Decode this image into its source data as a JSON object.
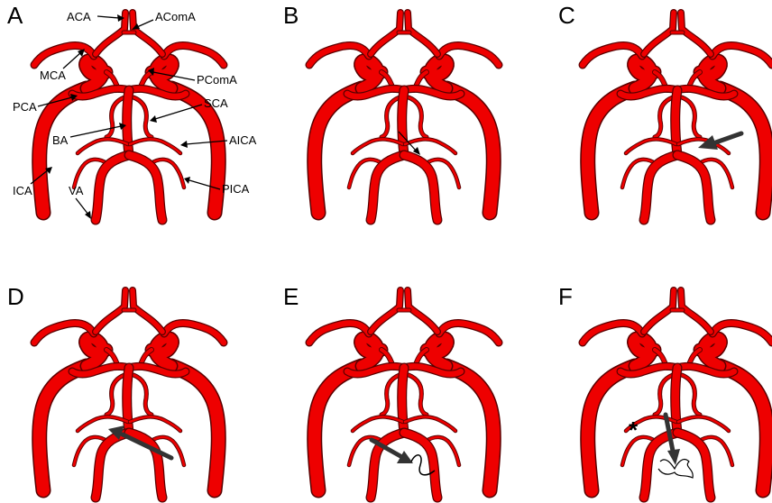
{
  "panels": [
    {
      "letter": "A"
    },
    {
      "letter": "B"
    },
    {
      "letter": "C"
    },
    {
      "letter": "D"
    },
    {
      "letter": "E"
    },
    {
      "letter": "F"
    }
  ],
  "labels": {
    "aca": "ACA",
    "acoma": "AComA",
    "mca": "MCA",
    "pcoma": "PComA",
    "pca": "PCA",
    "sca": "SCA",
    "ba": "BA",
    "aica": "AICA",
    "ica": "ICA",
    "va": "VA",
    "pica": "PICA"
  },
  "annotation_star": "*",
  "colors": {
    "vessel": "#ee0000",
    "vessel_outline": "#5a0000",
    "arrow": "#333333",
    "text": "#000000"
  }
}
